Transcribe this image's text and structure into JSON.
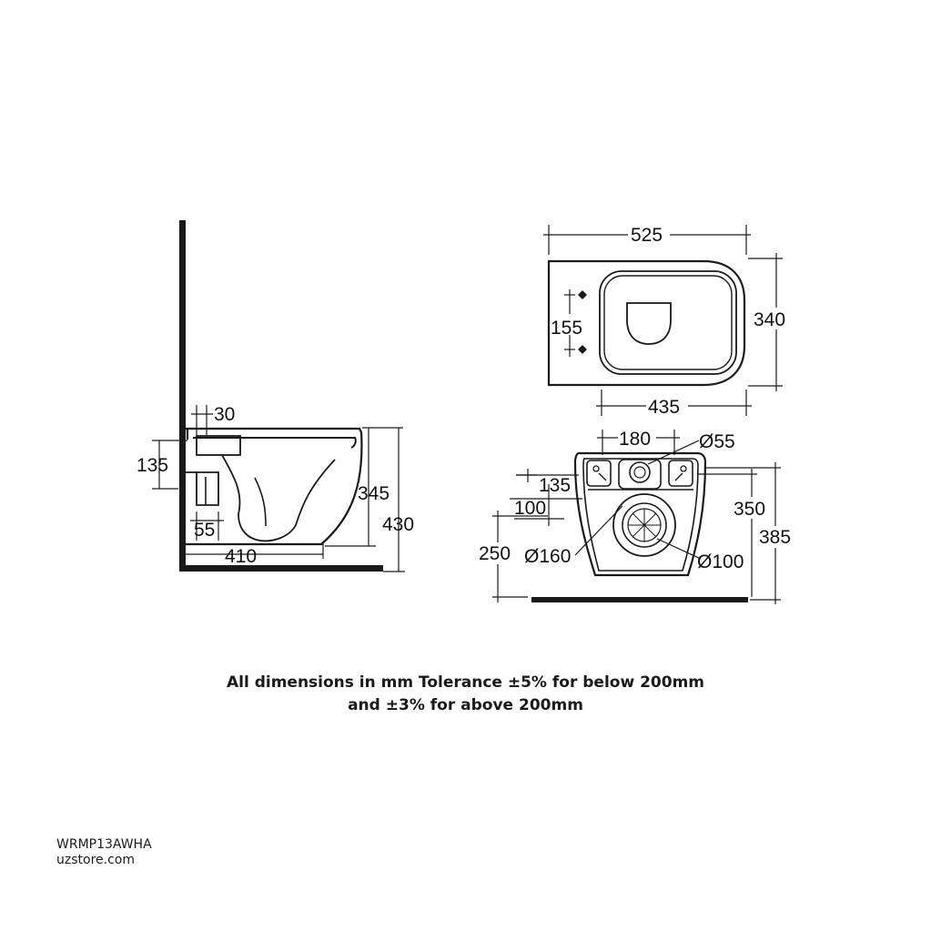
{
  "side_view": {
    "dim_30": "30",
    "dim_135": "135",
    "dim_345": "345",
    "dim_430": "430",
    "dim_55": "55",
    "dim_410": "410"
  },
  "top_view": {
    "dim_525": "525",
    "dim_340": "340",
    "dim_155": "155",
    "dim_435": "435"
  },
  "back_view": {
    "dim_180": "180",
    "dim_55": "Ø55",
    "dim_135": "135",
    "dim_100": "100",
    "dim_350": "350",
    "dim_385": "385",
    "dim_250": "250",
    "dim_160": "Ø160",
    "dim_100d": "Ø100"
  },
  "note": {
    "line1": "All dimensions in mm Tolerance ±5% for below 200mm",
    "line2": "and ±3% for above 200mm"
  },
  "product_code": "WRMP13AWHA",
  "website": "uzstore.com"
}
